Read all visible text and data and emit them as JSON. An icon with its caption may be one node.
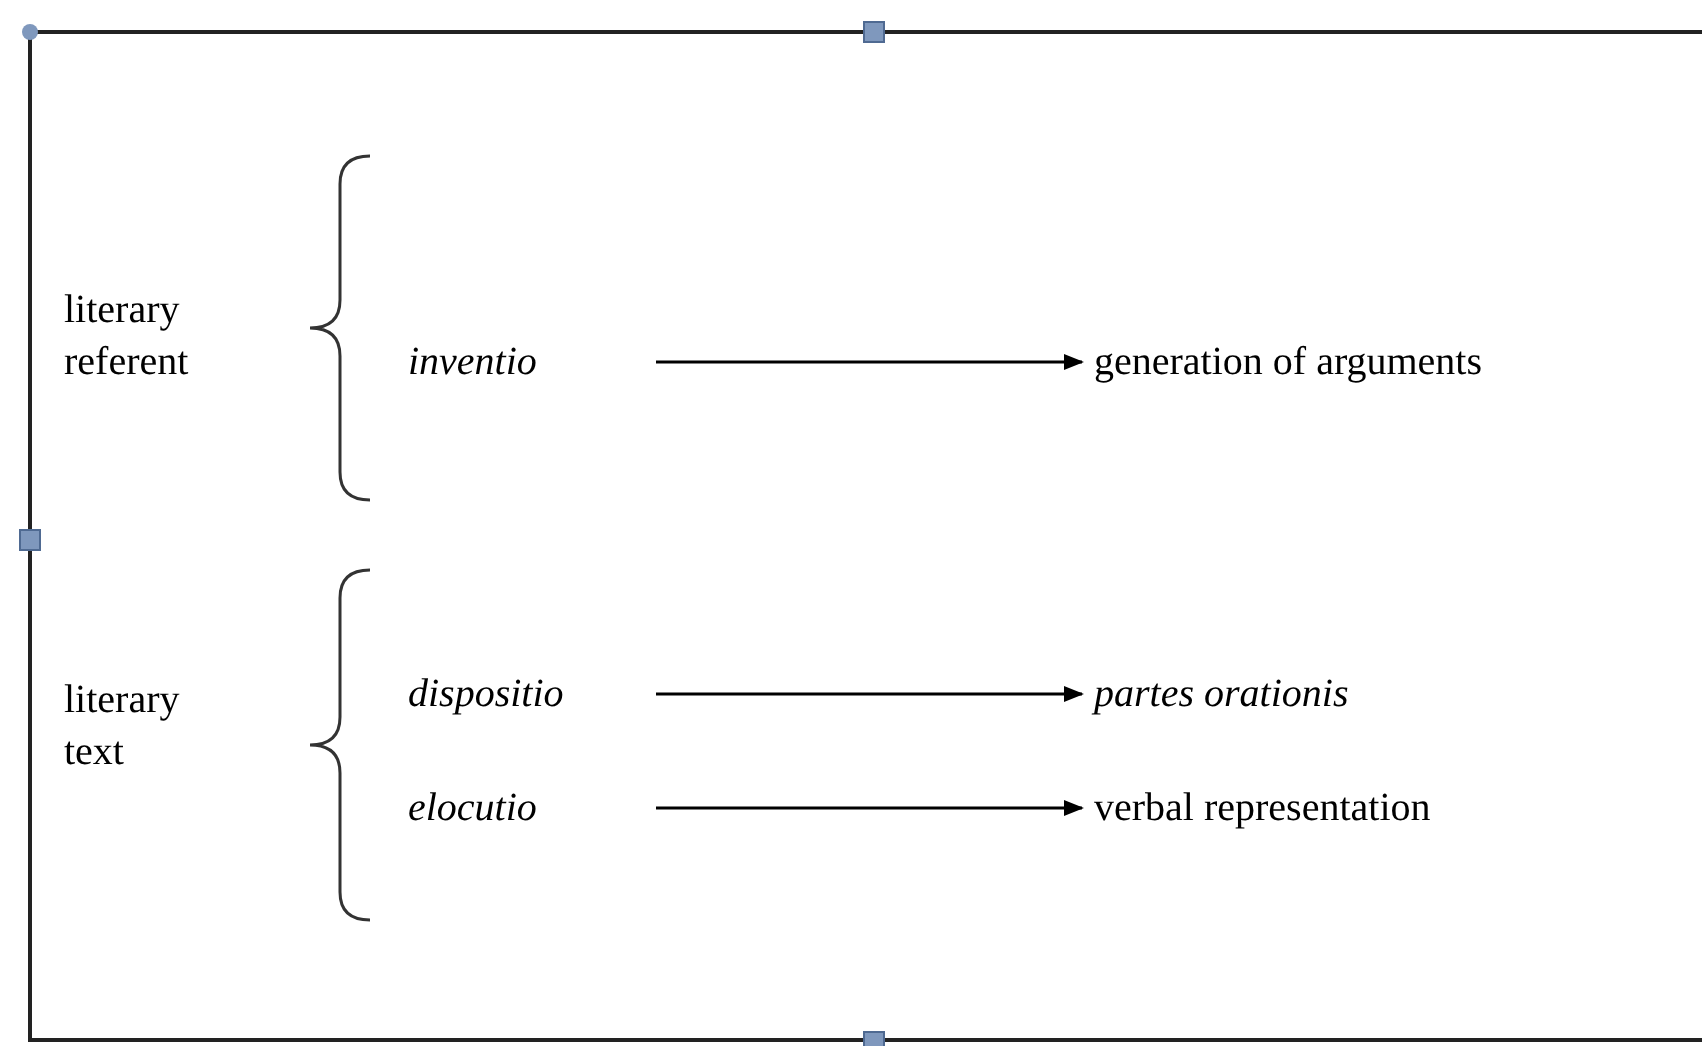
{
  "diagram": {
    "nodes": [
      {
        "text": [
          "literary referent"
        ]
      },
      {
        "text": [
          "literary text"
        ]
      },
      {
        "text": [
          "inventio"
        ]
      },
      {
        "text": [
          "dispositio"
        ]
      },
      {
        "text": [
          "elocutio"
        ]
      },
      {
        "text": [
          "generation of arguments"
        ]
      },
      {
        "text": [
          "partes orationis"
        ]
      },
      {
        "text": [
          "verbal representation"
        ]
      }
    ],
    "edges": [
      {
        "from": 2,
        "to": 5,
        "arrow": "to"
      },
      {
        "from": 3,
        "to": 6,
        "arrow": "to"
      },
      {
        "from": 4,
        "to": 7,
        "arrow": "to"
      }
    ]
  }
}
